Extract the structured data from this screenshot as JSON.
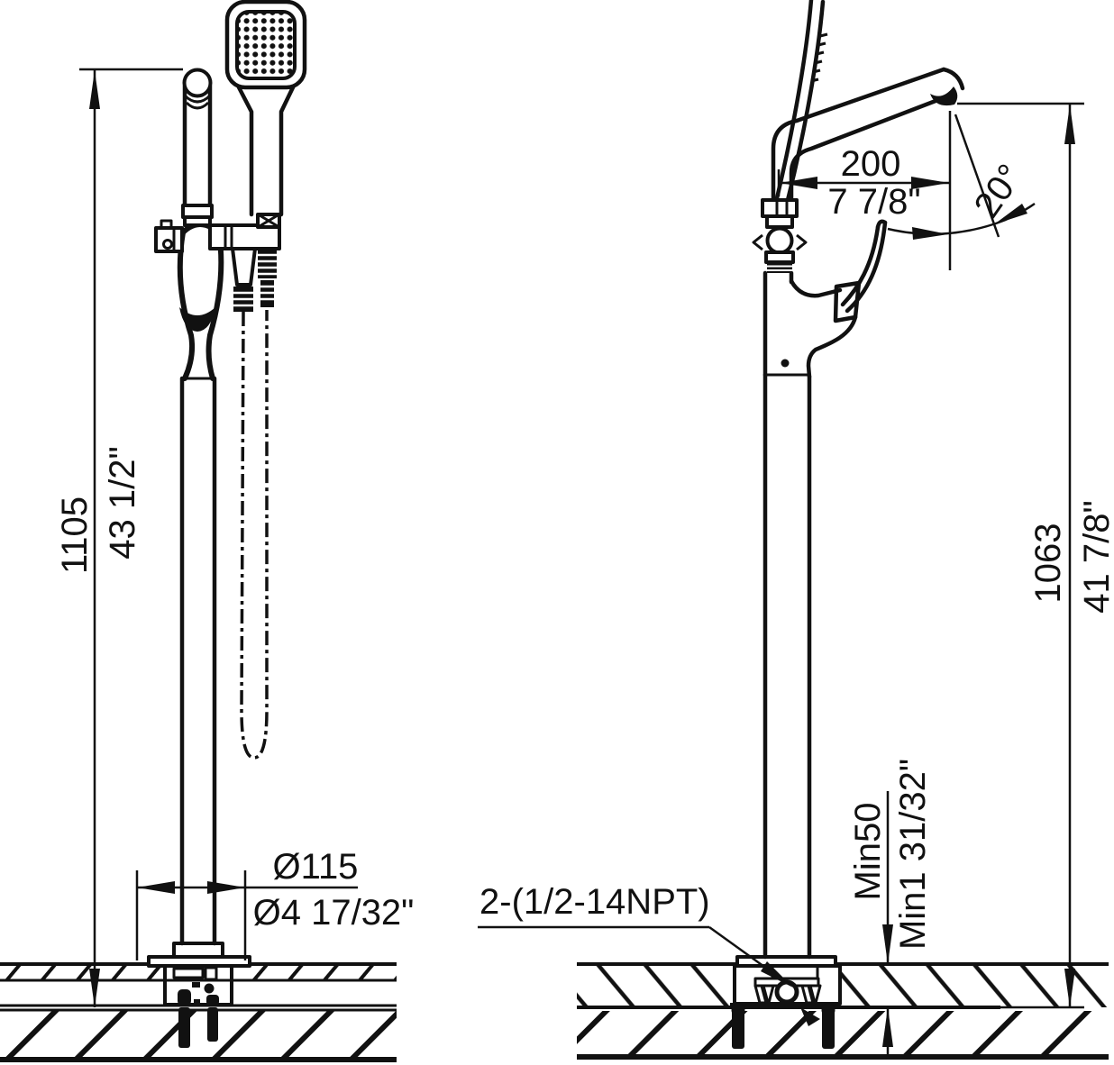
{
  "drawing": {
    "type": "freestanding-tub-faucet-installation-diagram",
    "background_color": "#ffffff",
    "line_color": "#111111",
    "front_view": {
      "height_mm": "1105",
      "height_in": "43 1/2\"",
      "base_diameter_mm": "Ø115",
      "base_diameter_in": "Ø4 17/32\""
    },
    "side_view": {
      "spout_reach_mm": "200",
      "spout_reach_in": "7 7/8\"",
      "spout_angle": "20°",
      "height_mm": "1063",
      "height_in": "41 7/8\"",
      "floor_thickness_min_mm": "Min50",
      "floor_thickness_min_in": "Min1 31/32\"",
      "inlet_connection": "2-(1/2-14NPT)"
    }
  }
}
